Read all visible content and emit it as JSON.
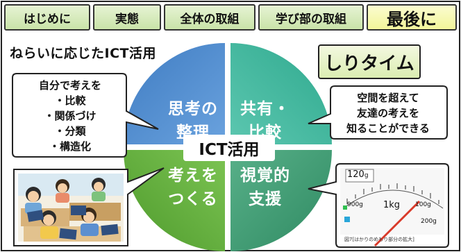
{
  "tabs": [
    {
      "label": "はじめに"
    },
    {
      "label": "実態"
    },
    {
      "label": "全体の取組"
    },
    {
      "label": "学び部の取組"
    },
    {
      "label": "最後に"
    }
  ],
  "heading": "ねらいに応じたICT活用",
  "badge": "しりタイム",
  "quadrants": {
    "top_left": {
      "line1": "思考の",
      "line2": "整理"
    },
    "top_right": {
      "line1": "共有・",
      "line2": "比較"
    },
    "bottom_left": {
      "line1": "考えを",
      "line2": "つくる"
    },
    "bottom_right": {
      "line1": "視覚的",
      "line2": "支援"
    }
  },
  "center_label": "ICT活用",
  "bubble_left": [
    "自分で考えを",
    "・比較",
    "・関係づけ",
    "・分類",
    "・構造化"
  ],
  "bubble_right": [
    "空間を超えて",
    "友達の考えを",
    "知ることができる"
  ],
  "scale_image": {
    "top_reading": "120",
    "top_unit": "g",
    "left_label": "900g",
    "center_label": "1kg",
    "right_label": "100g",
    "lower_label": "200g",
    "caption": "図7[はかりのめもり部分の拡大]"
  },
  "colors": {
    "q_top_left": "#4a86c8",
    "q_top_right": "#3cb39a",
    "q_bottom_left": "#5fae3c",
    "q_bottom_right": "#3d9a73"
  }
}
